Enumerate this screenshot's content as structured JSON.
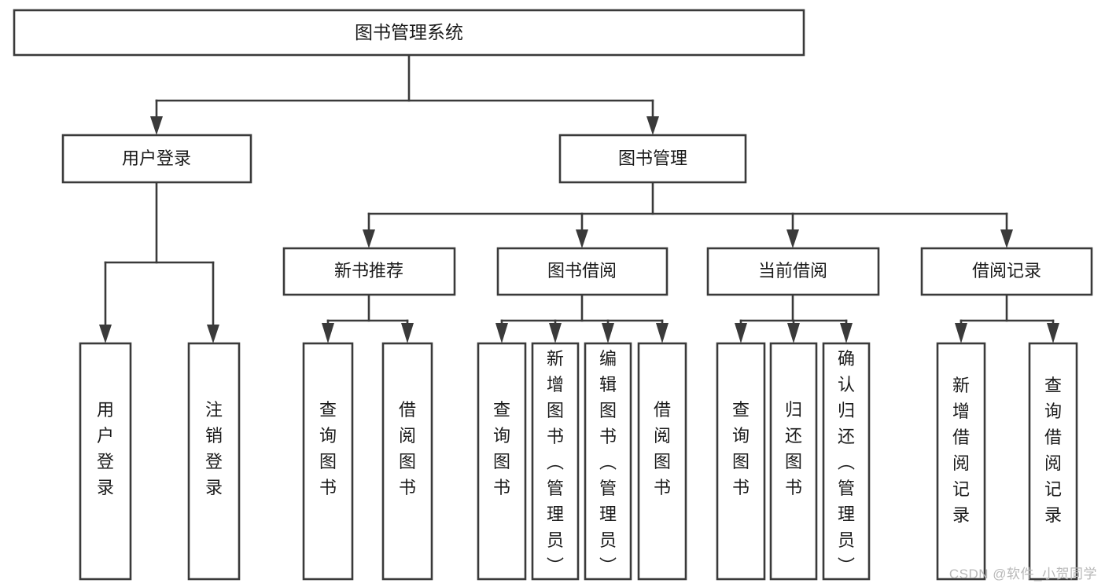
{
  "diagram": {
    "type": "tree-hierarchy",
    "orientation": "top-down",
    "root": {
      "id": "root",
      "label": "图书管理系统"
    },
    "level1": [
      {
        "id": "user-login",
        "label": "用户登录"
      },
      {
        "id": "book-management",
        "label": "图书管理"
      }
    ],
    "level2": [
      {
        "id": "new-book-recommend",
        "label": "新书推荐",
        "parent": "book-management"
      },
      {
        "id": "book-borrow",
        "label": "图书借阅",
        "parent": "book-management"
      },
      {
        "id": "current-borrow",
        "label": "当前借阅",
        "parent": "book-management"
      },
      {
        "id": "borrow-record",
        "label": "借阅记录",
        "parent": "book-management"
      }
    ],
    "leaves": [
      {
        "id": "leaf-user-login",
        "label": "用户登录",
        "parent": "user-login"
      },
      {
        "id": "leaf-user-logout",
        "label": "注销登录",
        "parent": "user-login"
      },
      {
        "id": "leaf-query-book-1",
        "label": "查询图书",
        "parent": "new-book-recommend"
      },
      {
        "id": "leaf-borrow-book-1",
        "label": "借阅图书",
        "parent": "new-book-recommend"
      },
      {
        "id": "leaf-query-book-2",
        "label": "查询图书",
        "parent": "book-borrow"
      },
      {
        "id": "leaf-add-book",
        "label": "新增图书（管理员）",
        "parent": "book-borrow"
      },
      {
        "id": "leaf-edit-book",
        "label": "编辑图书（管理员）",
        "parent": "book-borrow"
      },
      {
        "id": "leaf-borrow-book-2",
        "label": "借阅图书",
        "parent": "book-borrow"
      },
      {
        "id": "leaf-query-book-3",
        "label": "查询图书",
        "parent": "current-borrow"
      },
      {
        "id": "leaf-return-book",
        "label": "归还图书",
        "parent": "current-borrow"
      },
      {
        "id": "leaf-confirm-return",
        "label": "确认归还（管理员）",
        "parent": "current-borrow"
      },
      {
        "id": "leaf-add-record",
        "label": "新增借阅记录",
        "parent": "borrow-record"
      },
      {
        "id": "leaf-query-record",
        "label": "查询借阅记录",
        "parent": "borrow-record"
      }
    ],
    "colors": {
      "background": "#ffffff",
      "box_fill": "#ffffff",
      "box_stroke": "#3a3a3a",
      "connector": "#3a3a3a",
      "text": "#1b1b1b",
      "watermark": "#b8b8b8"
    }
  },
  "watermark": {
    "text": "CSDN @软件_小贺同学"
  }
}
